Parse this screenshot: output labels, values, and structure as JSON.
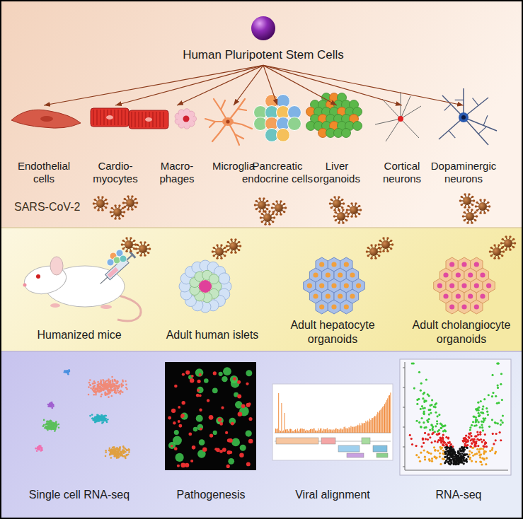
{
  "diagram": {
    "nodes": [
      {
        "text": [
          "Human Pluripotent Stem Cells"
        ]
      },
      {
        "text": [
          "Endothelial cells"
        ]
      },
      {
        "text": [
          "Cardio- myocytes"
        ]
      },
      {
        "text": [
          "Macro- phages"
        ]
      },
      {
        "text": [
          "Microglia"
        ]
      },
      {
        "text": [
          "Pancreatic endocrine cells"
        ]
      },
      {
        "text": [
          "Liver organoids"
        ]
      },
      {
        "text": [
          "Cortical neurons"
        ]
      },
      {
        "text": [
          "Dopaminergic neurons"
        ]
      }
    ],
    "edges": [
      {
        "from": 0,
        "to": 1,
        "arrow": "to"
      },
      {
        "from": 0,
        "to": 2,
        "arrow": "to"
      },
      {
        "from": 0,
        "to": 3,
        "arrow": "to"
      },
      {
        "from": 0,
        "to": 4,
        "arrow": "to"
      },
      {
        "from": 0,
        "to": 5,
        "arrow": "to"
      },
      {
        "from": 0,
        "to": 6,
        "arrow": "to"
      },
      {
        "from": 0,
        "to": 7,
        "arrow": "to"
      },
      {
        "from": 0,
        "to": 8,
        "arrow": "to"
      }
    ],
    "labels": [
      "SARS-CoV-2",
      "Humanized mice",
      "Adult human islets",
      "Adult hepatocyte organoids",
      "Adult cholangiocyte organoids",
      "Single cell RNA-seq",
      "Pathogenesis",
      "Viral alignment",
      "RNA-seq"
    ]
  }
}
